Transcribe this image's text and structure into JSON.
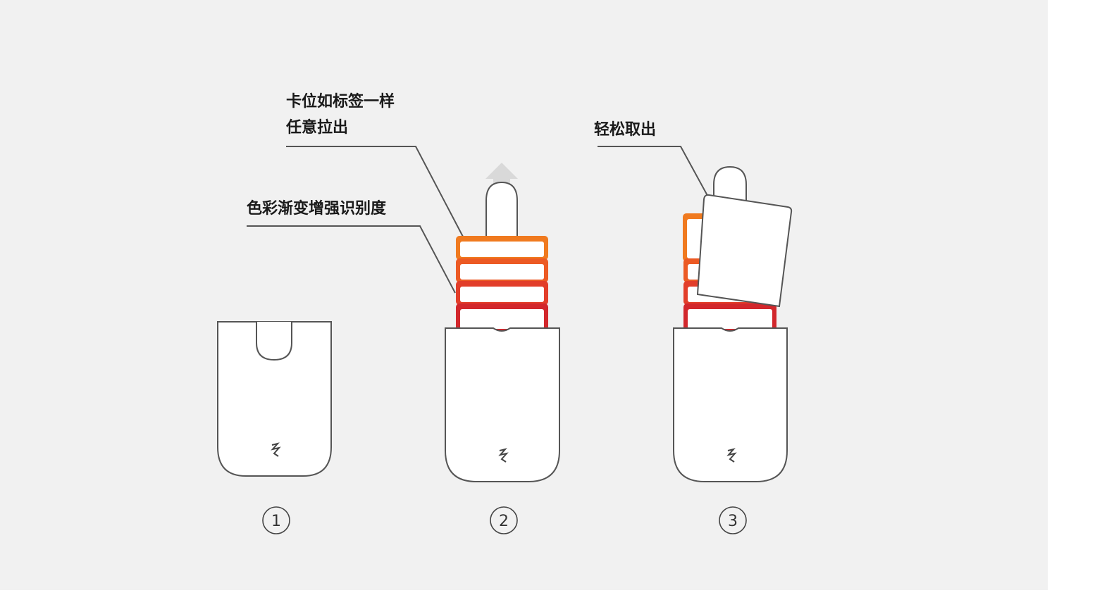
{
  "annotations": {
    "tab_line1": "卡位如标签一样",
    "tab_line2": "任意拉出",
    "gradient": "色彩渐变增强识别度",
    "easy_out": "轻松取出"
  },
  "steps": [
    "1",
    "2",
    "3"
  ],
  "colors": {
    "background": "#f1f1f1",
    "outline": "#555555",
    "card_1": "#f07a1f",
    "card_2": "#ec5a24",
    "card_3": "#e23e2a",
    "card_4": "#d2272c",
    "arrow": "#d9d9d9"
  }
}
